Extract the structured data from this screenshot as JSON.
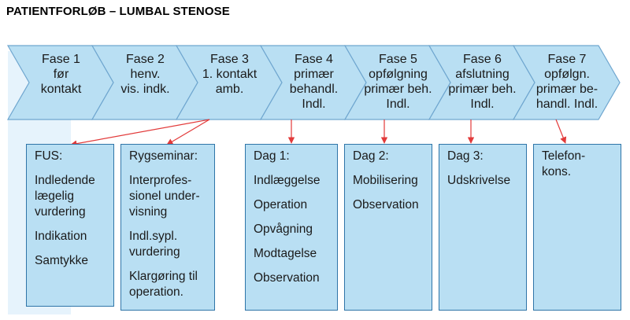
{
  "title": "PATIENTFORLØB – LUMBAL STENOSE",
  "phases": [
    {
      "lines": [
        "Fase 1",
        "før",
        "kontakt"
      ]
    },
    {
      "lines": [
        "Fase 2",
        "henv.",
        "vis. indk."
      ]
    },
    {
      "lines": [
        "Fase 3",
        "1. kontakt",
        "amb."
      ]
    },
    {
      "lines": [
        "Fase 4",
        "primær",
        "behandl.",
        "Indl."
      ]
    },
    {
      "lines": [
        "Fase 5",
        "opfølgning",
        "primær beh.",
        "Indl."
      ]
    },
    {
      "lines": [
        "Fase 6",
        "afslutning",
        "primær beh.",
        "Indl."
      ]
    },
    {
      "lines": [
        "Fase 7",
        "opfølgn.",
        "primær be-",
        "handl. Indl."
      ]
    }
  ],
  "boxes": {
    "fus": {
      "head": "FUS:",
      "items": [
        "Indledende\nlægelig\nvurdering",
        "Indikation",
        "Samtykke"
      ]
    },
    "rygseminar": {
      "head": "Rygseminar:",
      "items": [
        "Interprofes-\nsionel under-\nvisning",
        "Indl.sypl.\nvurdering",
        "Klargøring til\noperation."
      ]
    },
    "dag1": {
      "head": "Dag 1:",
      "items": [
        "Indlæggelse",
        "Operation",
        "Opvågning",
        "Modtagelse",
        "Observation"
      ]
    },
    "dag2": {
      "head": "Dag 2:",
      "items": [
        "Mobilisering",
        "Observation"
      ]
    },
    "dag3": {
      "head": "Dag 3:",
      "items": [
        "Udskrivelse"
      ]
    },
    "telefon": {
      "head": "Telefon-\nkons.",
      "items": []
    }
  },
  "colors": {
    "arrow_fill": "#b9dff3",
    "arrow_stroke": "#6fa6cf",
    "box_fill": "#b9dff3",
    "box_border": "#2f75a8",
    "connector": "#e23a3a",
    "backdrop": "#dcefff"
  }
}
